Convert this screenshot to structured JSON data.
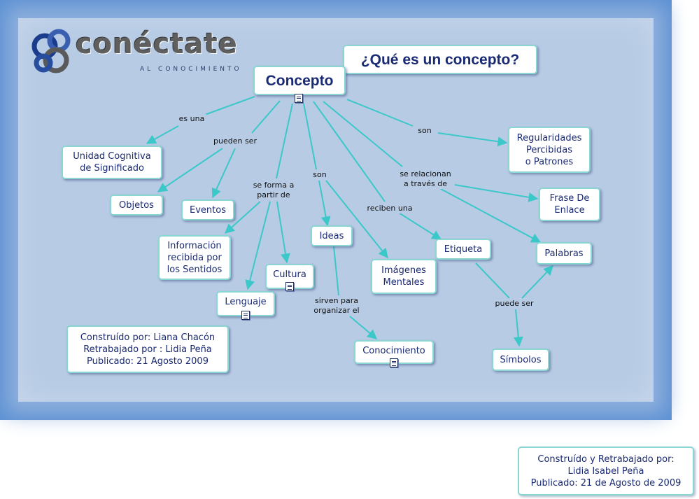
{
  "logo": {
    "word": "conéctate",
    "sub": "AL CONOCIMIENTO"
  },
  "title": "¿Qué es un concepto?",
  "concepts": {
    "concepto": "Concepto",
    "unidad": "Unidad Cognitiva\nde Significado",
    "objetos": "Objetos",
    "eventos": "Eventos",
    "informacion": "Información\nrecibida por\nlos Sentidos",
    "lenguaje": "Lenguaje",
    "cultura": "Cultura",
    "ideas": "Ideas",
    "imagenes": "Imágenes\nMentales",
    "conocimiento": "Conocimiento",
    "etiqueta": "Etiqueta",
    "regularidades": "Regularidades\nPercibidas\no Patrones",
    "frase": "Frase De\nEnlace",
    "palabras": "Palabras",
    "simbolos": "Símbolos"
  },
  "linking_phrases": {
    "es_una": "es una",
    "pueden_ser": "pueden ser",
    "se_forma": "se forma a\npartir de",
    "son_1": "son",
    "reciben_una": "reciben una",
    "se_relacionan": "se relacionan\na través de",
    "son_2": "son",
    "sirven_para": "sirven para\norganizar el",
    "puede_ser": "puede ser"
  },
  "credits": {
    "box": "Construído por: Liana Chacón\nRetrabajado por : Lidia Peña\nPublicado: 21 Agosto 2009",
    "footer": "Construído y Retrabajado por:\nLidia Isabel Peña\nPublicado: 21 de Agosto de 2009"
  },
  "colors": {
    "frame": "#5a8fd2",
    "background": "#b7cbe5",
    "link": "#3cc8c8",
    "node_border": "#8ad6d3",
    "text": "#1a2a73"
  },
  "icons": [
    "resource-document-icon",
    "conectate-rings-logo"
  ]
}
